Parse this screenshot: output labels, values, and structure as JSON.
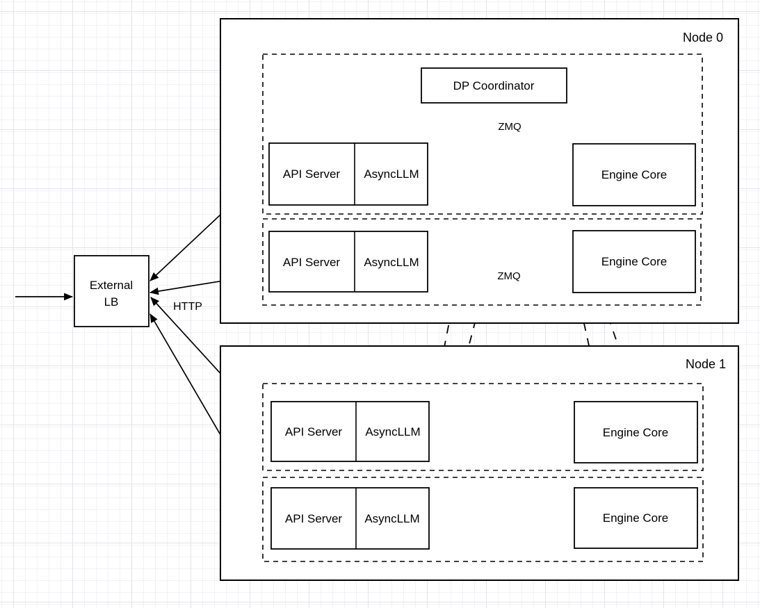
{
  "colors": {
    "stroke": "#000000",
    "gray_arrow": "#a8a8a8",
    "box_fill": "#ffffff",
    "grid_minor": "#f2f2f5",
    "grid_major": "#e4e4e9"
  },
  "external_lb": {
    "label_line1": "External",
    "label_line2": "LB"
  },
  "dp_coordinator": {
    "label": "DP Coordinator"
  },
  "edge_labels": {
    "http": "HTTP",
    "zmq_coordinator": "ZMQ",
    "zmq_engine": "ZMQ"
  },
  "node0": {
    "label": "Node 0",
    "rows": [
      {
        "api_server": "API Server",
        "asyncllm": "AsyncLLM",
        "engine_core": "Engine Core"
      },
      {
        "api_server": "API Server",
        "asyncllm": "AsyncLLM",
        "engine_core": "Engine Core"
      }
    ]
  },
  "node1": {
    "label": "Node 1",
    "rows": [
      {
        "api_server": "API Server",
        "asyncllm": "AsyncLLM",
        "engine_core": "Engine Core"
      },
      {
        "api_server": "API Server",
        "asyncllm": "AsyncLLM",
        "engine_core": "Engine Core"
      }
    ]
  }
}
